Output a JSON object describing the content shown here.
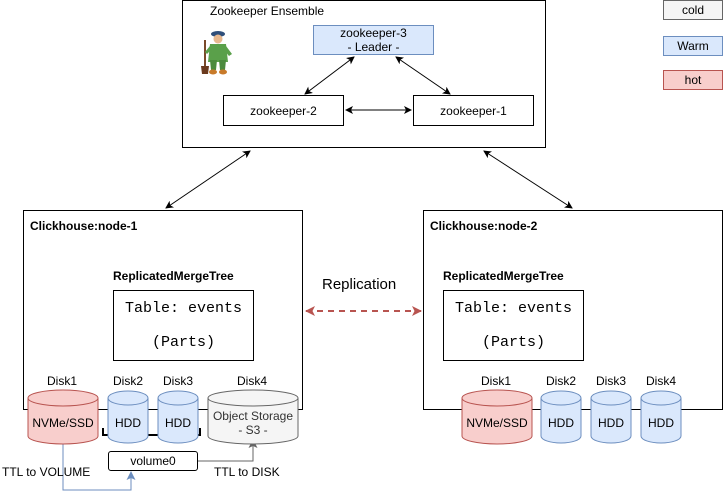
{
  "legend": {
    "items": [
      {
        "label": "cold",
        "fill": "#f5f5f5",
        "stroke": "#666666"
      },
      {
        "label": "Warm",
        "fill": "#dae8fc",
        "stroke": "#6c8ebf"
      },
      {
        "label": "hot",
        "fill": "#f8cecc",
        "stroke": "#b85450"
      }
    ]
  },
  "zookeeper": {
    "title": "Zookeeper Ensemble",
    "leader_line1": "zookeeper-3",
    "leader_line2": "- Leader -",
    "node2": "zookeeper-2",
    "node1": "zookeeper-1",
    "icon": "zookeeper-mascot-icon"
  },
  "replication": {
    "label": "Replication",
    "color": "#b85450"
  },
  "node1": {
    "title": "Clickhouse:node-1",
    "engine": "ReplicatedMergeTree",
    "table_line1": "Table: events",
    "table_line2": "(Parts)",
    "disks": [
      {
        "name": "Disk1",
        "label": "NVMe/SSD",
        "tier": "hot"
      },
      {
        "name": "Disk2",
        "label": "HDD",
        "tier": "warm"
      },
      {
        "name": "Disk3",
        "label": "HDD",
        "tier": "warm"
      },
      {
        "name": "Disk4",
        "label_line1": "Object Storage",
        "label_line2": "- S3 -",
        "tier": "cold"
      }
    ],
    "volume": "volume0",
    "ttl_volume": "TTL  to VOLUME",
    "ttl_disk": "TTL to DISK"
  },
  "node2": {
    "title": "Clickhouse:node-2",
    "engine": "ReplicatedMergeTree",
    "table_line1": "Table: events",
    "table_line2": "(Parts)",
    "disks": [
      {
        "name": "Disk1",
        "label": "NVMe/SSD",
        "tier": "hot"
      },
      {
        "name": "Disk2",
        "label": "HDD",
        "tier": "warm"
      },
      {
        "name": "Disk3",
        "label": "HDD",
        "tier": "warm"
      },
      {
        "name": "Disk4",
        "label": "HDD",
        "tier": "warm"
      }
    ]
  }
}
